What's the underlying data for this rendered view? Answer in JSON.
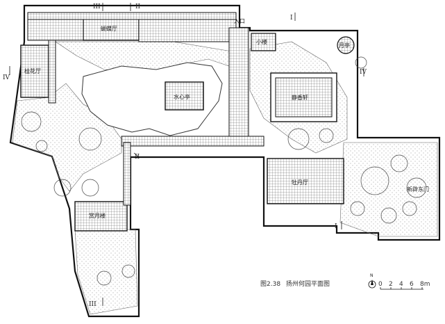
{
  "caption": {
    "figure_no": "图2.38",
    "title": "扬州何园平面图"
  },
  "scale_bar": {
    "ticks": [
      "0",
      "2",
      "4",
      "6",
      "8m"
    ]
  },
  "north_arrow": {
    "letter": "N"
  },
  "labels": {
    "hudie_ting": "蝴蝶厅",
    "guihua_ting": "桂花厅",
    "shuixin_ting": "水心亭",
    "jingxiang_xuan": "静香轩",
    "xiao_lou": "小楼",
    "yue_ting": "月亭",
    "ru_kou": "入口",
    "mudan_ting": "牡丹厅",
    "shangyue_lou": "赏月楼",
    "xinjianfangmen": "新辟东门"
  },
  "section_marks": {
    "one_top": "I",
    "one_bottom": "I",
    "two_top": "II",
    "two_mid": "II",
    "three_top": "III",
    "three_bottom": "III",
    "four_left": "IV",
    "four_right": "IV"
  }
}
